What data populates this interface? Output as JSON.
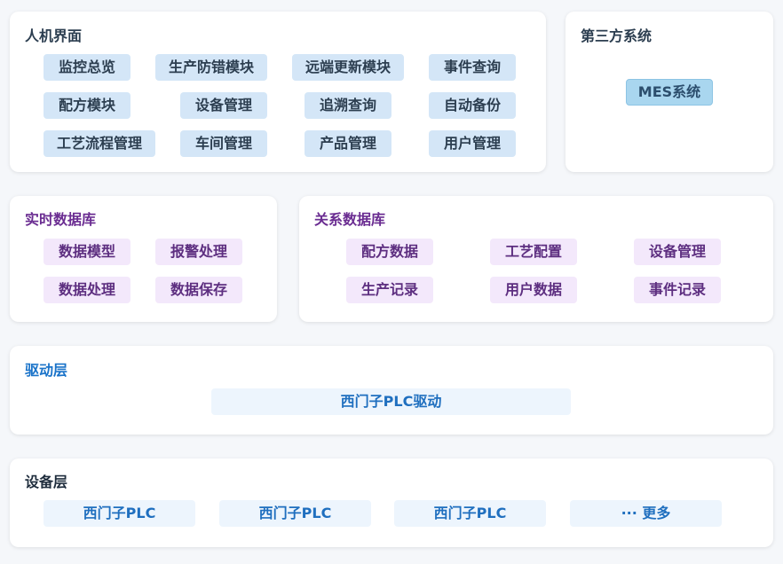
{
  "hmi": {
    "title": "人机界面",
    "modules": [
      "监控总览",
      "生产防错模块",
      "远端更新模块",
      "事件查询",
      "配方模块",
      "设备管理",
      "追溯查询",
      "自动备份",
      "工艺流程管理",
      "车间管理",
      "产品管理",
      "用户管理"
    ]
  },
  "third_party": {
    "title": "第三方系统",
    "items": [
      "MES系统"
    ]
  },
  "realtime_db": {
    "title": "实时数据库",
    "items": [
      "数据模型",
      "报警处理",
      "数据处理",
      "数据保存"
    ]
  },
  "relational_db": {
    "title": "关系数据库",
    "items": [
      "配方数据",
      "工艺配置",
      "设备管理",
      "生产记录",
      "用户数据",
      "事件记录"
    ]
  },
  "driver_layer": {
    "title": "驱动层",
    "items": [
      "西门子PLC驱动"
    ]
  },
  "device_layer": {
    "title": "设备层",
    "items": [
      "西门子PLC",
      "西门子PLC",
      "西门子PLC",
      "··· 更多"
    ]
  },
  "colors": {
    "hmi_title": "#2c3e50",
    "db_title": "#6a2c91",
    "driver_title": "#1a73c9",
    "device_title": "#1f2d3d"
  }
}
